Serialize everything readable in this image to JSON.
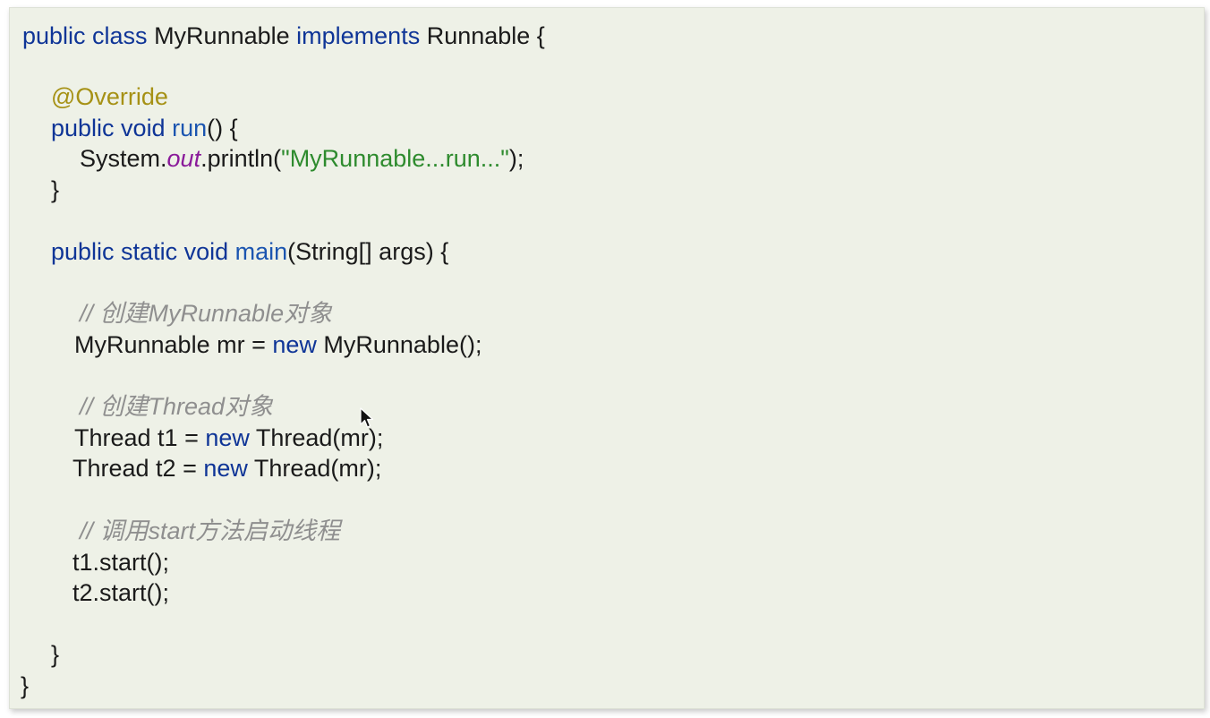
{
  "code": {
    "line1": {
      "kw1": "public class",
      "name": " MyRunnable ",
      "kw2": "implements",
      "rest": " Runnable {"
    },
    "line2": {
      "annotation": "@Override"
    },
    "line3": {
      "kw": "public void",
      "space": " ",
      "method": "run",
      "rest": "() {"
    },
    "line4": {
      "pre": "System.",
      "field": "out",
      "mid": ".println(",
      "str": "\"MyRunnable...run...\"",
      "end": ");"
    },
    "line5": {
      "text": "}"
    },
    "line6": {
      "kw": "public static void",
      "space": " ",
      "method": "main",
      "rest": "(String[] args) {"
    },
    "line7": {
      "comment": "// 创建MyRunnable对象"
    },
    "line8": {
      "pre": "MyRunnable mr = ",
      "kw": "new",
      "rest": " MyRunnable();"
    },
    "line9": {
      "comment": "// 创建Thread对象"
    },
    "line10": {
      "pre": "Thread t1 = ",
      "kw": "new",
      "rest": " Thread(mr);"
    },
    "line11": {
      "pre": "Thread t2 = ",
      "kw": "new",
      "rest": " Thread(mr);"
    },
    "line12": {
      "comment": "// 调用start方法启动线程"
    },
    "line13": {
      "text": "t1.start();"
    },
    "line14": {
      "text": "t2.start();"
    },
    "line15": {
      "text": "}"
    },
    "line16": {
      "text": "}"
    }
  },
  "colors": {
    "background": "#eef1e7",
    "keyword": "#0f3597",
    "method": "#1b55b0",
    "annotation": "#a69115",
    "string": "#2e8b2e",
    "field": "#8a1a9a",
    "comment": "#8f8f8f"
  },
  "icons": {
    "cursor": "mouse-pointer-icon"
  }
}
